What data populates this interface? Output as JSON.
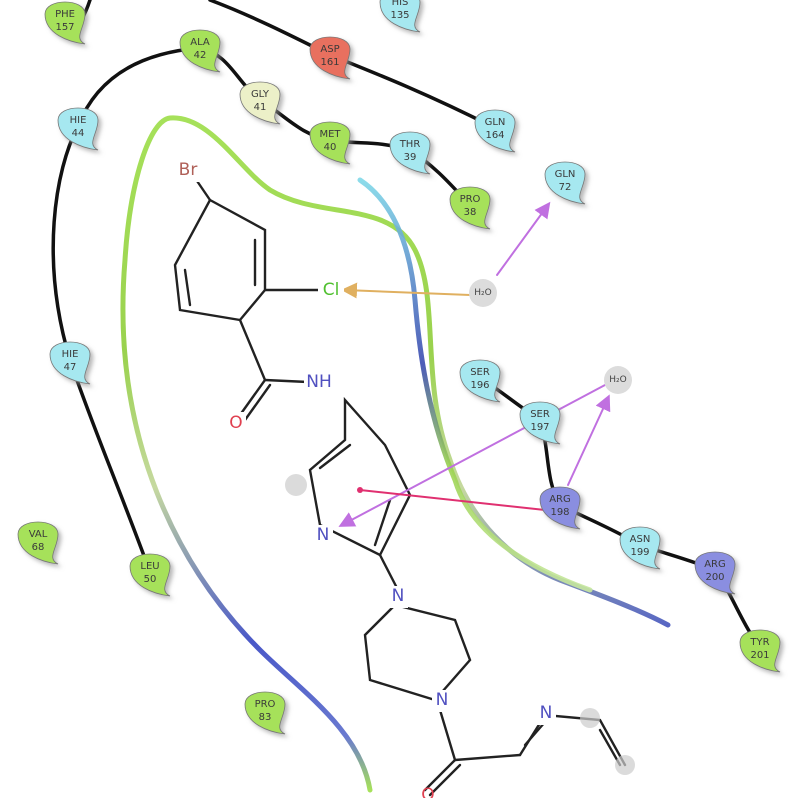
{
  "colors": {
    "hydrophobic": "#a6e15a",
    "polar": "#a6e8f0",
    "glycine": "#ecf0c8",
    "negative": "#e8705e",
    "positive": "#8a8ee0",
    "water": "#dcdcdc",
    "bromine": "#b06058",
    "chlorine": "#50c030",
    "oxygen": "#e04050",
    "nitrogen": "#5050c0",
    "hbond": "#c070e0",
    "halogen_bond": "#e0b060",
    "pi_cation": "#e03070"
  },
  "residues": [
    {
      "name": "PHE",
      "num": "157",
      "type": "hydrophobic"
    },
    {
      "name": "ALA",
      "num": "42",
      "type": "hydrophobic"
    },
    {
      "name": "ASP",
      "num": "161",
      "type": "negative"
    },
    {
      "name": "HIS",
      "num": "135",
      "type": "polar"
    },
    {
      "name": "GLY",
      "num": "41",
      "type": "glycine"
    },
    {
      "name": "HIE",
      "num": "44",
      "type": "polar"
    },
    {
      "name": "MET",
      "num": "40",
      "type": "hydrophobic"
    },
    {
      "name": "THR",
      "num": "39",
      "type": "polar"
    },
    {
      "name": "GLN",
      "num": "164",
      "type": "polar"
    },
    {
      "name": "PRO",
      "num": "38",
      "type": "hydrophobic"
    },
    {
      "name": "GLN",
      "num": "72",
      "type": "polar"
    },
    {
      "name": "HIE",
      "num": "47",
      "type": "polar"
    },
    {
      "name": "SER",
      "num": "196",
      "type": "polar"
    },
    {
      "name": "SER",
      "num": "197",
      "type": "polar"
    },
    {
      "name": "ARG",
      "num": "198",
      "type": "positive"
    },
    {
      "name": "ASN",
      "num": "199",
      "type": "polar"
    },
    {
      "name": "ARG",
      "num": "200",
      "type": "positive"
    },
    {
      "name": "TYR",
      "num": "201",
      "type": "hydrophobic"
    },
    {
      "name": "VAL",
      "num": "68",
      "type": "hydrophobic"
    },
    {
      "name": "LEU",
      "num": "50",
      "type": "hydrophobic"
    },
    {
      "name": "PRO",
      "num": "83",
      "type": "hydrophobic"
    }
  ],
  "waters": [
    {
      "label": "H₂O"
    },
    {
      "label": "H₂O"
    }
  ],
  "atoms": {
    "br": "Br",
    "cl": "Cl",
    "nh": "NH",
    "o1": "O",
    "n_pyridine": "N",
    "n_pip1": "N",
    "n_pip2": "N",
    "n_pyridine2": "N",
    "o2": "O"
  }
}
